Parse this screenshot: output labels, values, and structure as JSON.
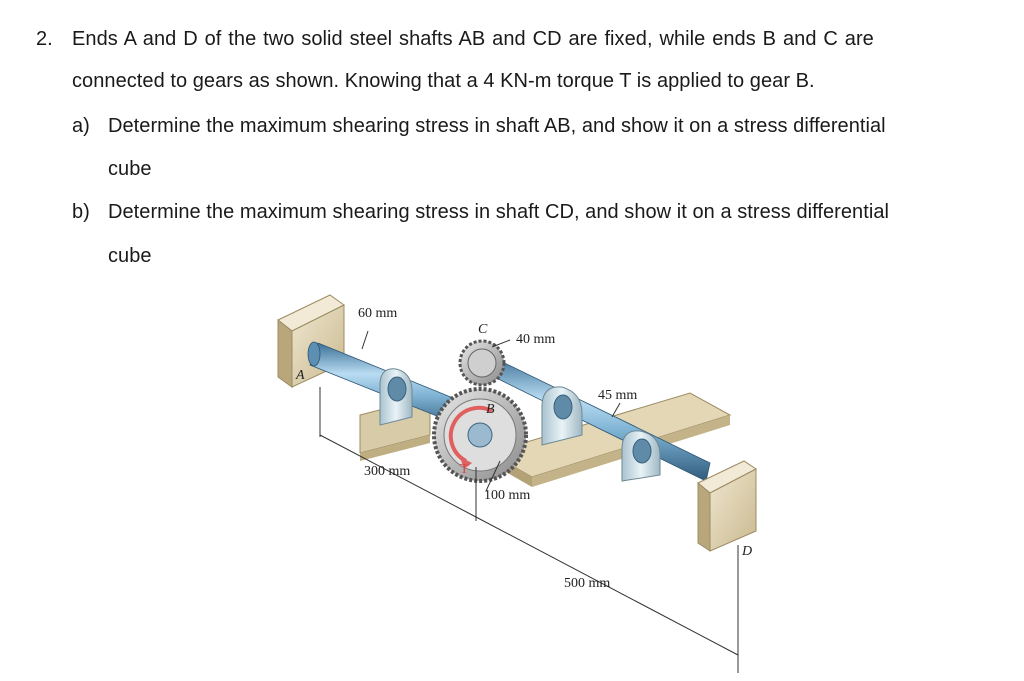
{
  "problem": {
    "number": "2.",
    "line1": "Ends A and D of the two solid steel shafts AB and CD are fixed, while ends B and C are",
    "line2": "connected to gears as shown. Knowing that a 4 KN-m torque T is applied to gear B.",
    "part_a_marker": "a)",
    "part_a_line1": "Determine the maximum shearing stress in shaft AB, and show it on a stress differential",
    "part_a_line2": "cube",
    "part_b_marker": "b)",
    "part_b_line1": "Determine the maximum shearing stress in shaft CD, and show it on a stress differential",
    "part_b_line2": "cube"
  },
  "figure": {
    "labels": {
      "d_ab": "60 mm",
      "gear_c_radius": "40 mm",
      "d_cd": "45 mm",
      "len_ab": "300 mm",
      "gear_b_radius": "100 mm",
      "len_cd": "500 mm",
      "point_a": "A",
      "point_b": "B",
      "point_c": "C",
      "point_d": "D",
      "torque": "T"
    }
  }
}
